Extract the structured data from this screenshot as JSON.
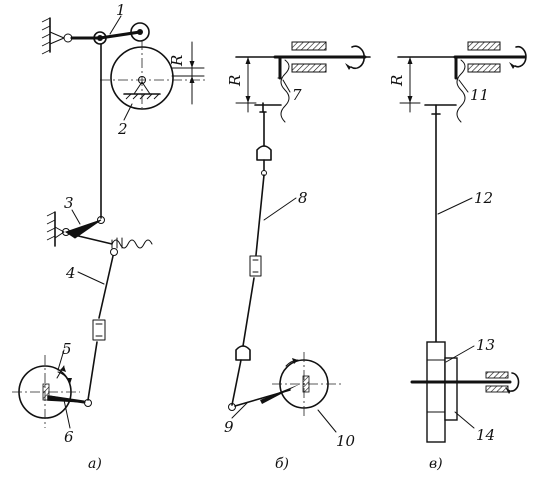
{
  "diagram": {
    "part_labels": {
      "p1": "1",
      "p2": "2",
      "p3": "3",
      "p4": "4",
      "p5": "5",
      "p6": "6",
      "p7": "7",
      "p8": "8",
      "p9": "9",
      "p10": "10",
      "p11": "11",
      "p12": "12",
      "p13": "13",
      "p14": "14"
    },
    "dimension_label": "R",
    "captions": {
      "a": "а)",
      "b": "б)",
      "c": "в)"
    }
  }
}
